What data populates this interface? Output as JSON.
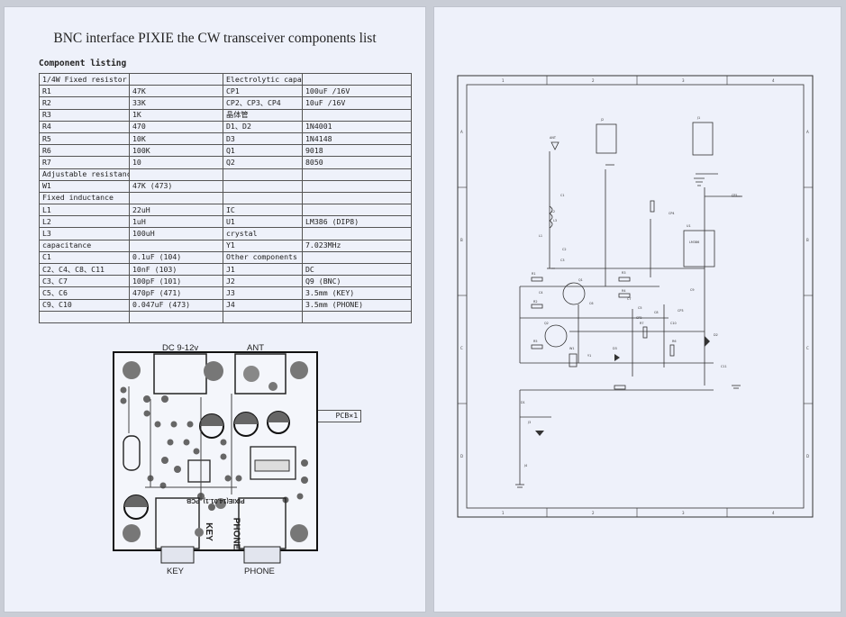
{
  "document": {
    "title": "BNC interface PIXIE the CW transceiver components list",
    "listing_heading": "Component listing",
    "table_rows": [
      [
        "1/4W Fixed resistor",
        "",
        "Electrolytic capacitor",
        ""
      ],
      [
        "R1",
        "47K",
        "CP1",
        "100uF /16V"
      ],
      [
        "R2",
        "33K",
        "CP2、CP3、CP4",
        "10uF /16V"
      ],
      [
        "R3",
        "1K",
        "晶体管",
        ""
      ],
      [
        "R4",
        "470",
        "D1、D2",
        "1N4001"
      ],
      [
        "R5",
        "10K",
        "D3",
        "1N4148"
      ],
      [
        "R6",
        "100K",
        "Q1",
        "9018"
      ],
      [
        "R7",
        "10",
        "Q2",
        "8050"
      ],
      [
        "Adjustable resistance",
        "",
        "",
        ""
      ],
      [
        "W1",
        "47K (473)",
        "",
        ""
      ],
      [
        "Fixed inductance",
        "",
        "",
        ""
      ],
      [
        "L1",
        "22uH",
        "IC",
        ""
      ],
      [
        "L2",
        "1uH",
        "U1",
        "LM386 (DIP8)"
      ],
      [
        "L3",
        "100uH",
        "crystal",
        ""
      ],
      [
        "capacitance",
        "",
        "Y1",
        "7.023MHz"
      ],
      [
        "C1",
        "0.1uF (104)",
        "Other components",
        ""
      ],
      [
        "C2、C4、C8、C11",
        "10nF (103)",
        "J1",
        "DC"
      ],
      [
        "C3、C7",
        "100pF (101)",
        "J2",
        "Q9 (BNC)"
      ],
      [
        "C5、C6",
        "470pF (471)",
        "J3",
        "3.5mm (KEY)"
      ],
      [
        "C9、C10",
        "0.047uF (473)",
        "J4",
        "3.5mm (PHONE)"
      ],
      [
        "",
        "",
        "",
        ""
      ],
      [
        "PCB×1",
        "",
        "",
        ""
      ]
    ],
    "pcb": {
      "dc_label": "DC 9-12v",
      "ant_label": "ANT",
      "key_label": "KEY",
      "phone_label": "PHONE",
      "board_text": "PIXIE(14.01.1)_PCB",
      "silk_key": "KEY",
      "silk_phone": "PHONE"
    }
  },
  "schematic": {
    "border_top": [
      "1",
      "2",
      "3",
      "4"
    ],
    "border_bottom": [
      "1",
      "2",
      "3",
      "4"
    ],
    "border_left": [
      "A",
      "B",
      "C",
      "D"
    ],
    "border_right": [
      "A",
      "B",
      "C",
      "D"
    ],
    "refs": [
      "ANT",
      "J2",
      "J1",
      "D2",
      "C1",
      "L3",
      "L1",
      "C2",
      "R1",
      "Q1",
      "R2",
      "R3",
      "C7",
      "Q2",
      "R5",
      "C5",
      "R4",
      "C8",
      "R7",
      "C10",
      "U1",
      "C9",
      "R6",
      "D3",
      "CP1",
      "CP4",
      "Y1",
      "W1",
      "C3",
      "C4",
      "C6",
      "L2",
      "CP2",
      "CP3",
      "D1",
      "J3",
      "J4",
      "C11",
      "LM386"
    ]
  }
}
